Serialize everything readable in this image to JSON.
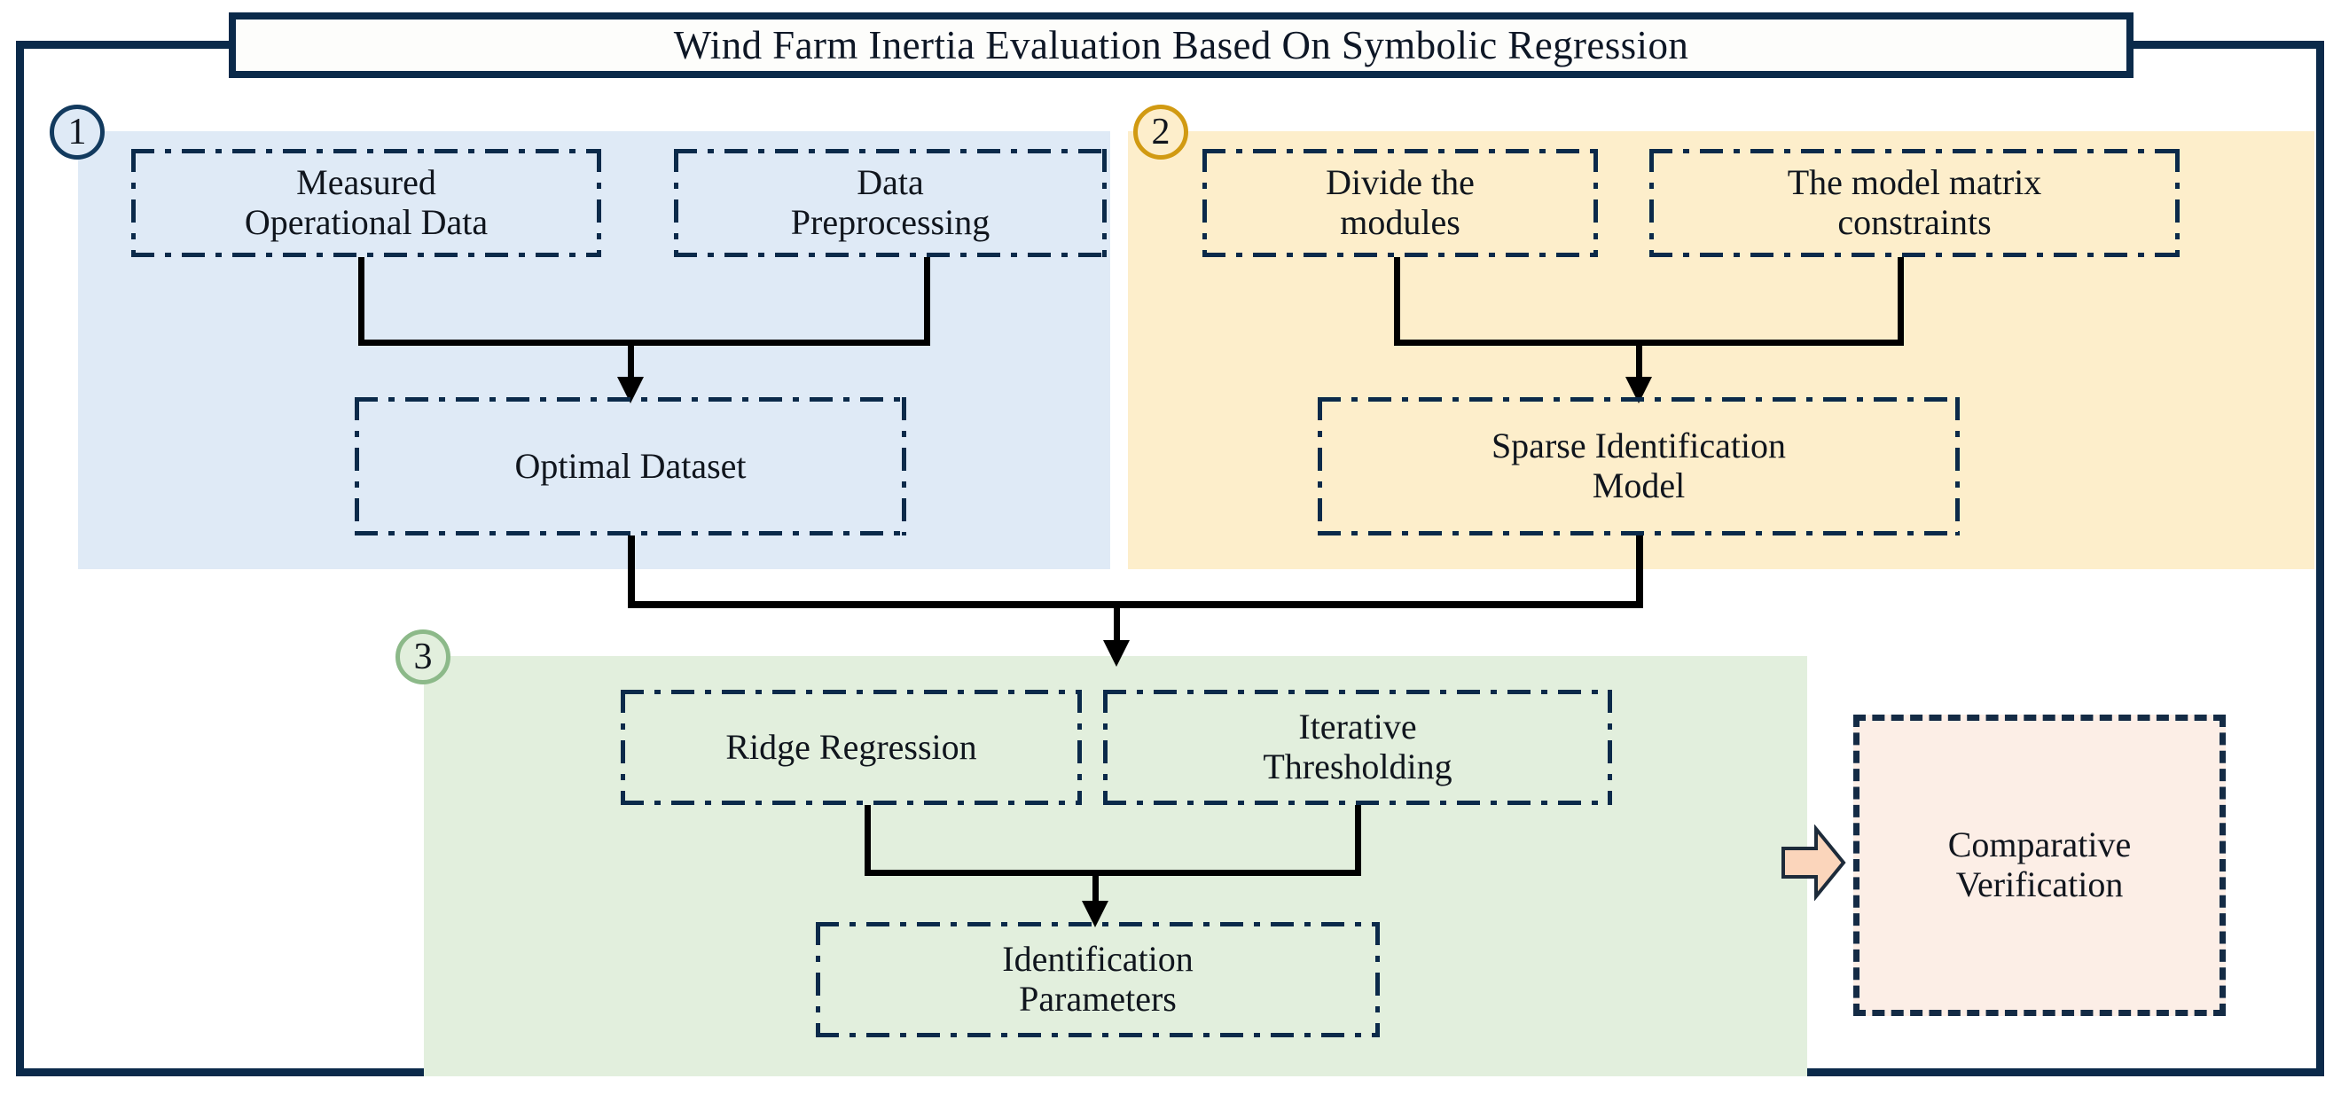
{
  "title": {
    "text": "Wind Farm Inertia Evaluation Based On Symbolic Regression"
  },
  "stages": [
    {
      "badge": "1",
      "accent_color": "#123a5e",
      "panel_color": "#dfeaf6",
      "nodes": [
        {
          "label": "Measured\nOperational Data"
        },
        {
          "label": "Data\nPreprocessing"
        },
        {
          "label": "Optimal Dataset"
        }
      ]
    },
    {
      "badge": "2",
      "accent_color": "#d19a12",
      "panel_color": "#fdeecb",
      "nodes": [
        {
          "label": "Divide the\nmodules"
        },
        {
          "label": "The model matrix\nconstraints"
        },
        {
          "label": "Sparse Identification\nModel"
        }
      ]
    },
    {
      "badge": "3",
      "accent_color": "#8cb989",
      "panel_color": "#e2efdd",
      "nodes": [
        {
          "label": "Ridge Regression"
        },
        {
          "label": "Iterative\nThresholding"
        },
        {
          "label": "Identification\nParameters"
        }
      ]
    }
  ],
  "output": {
    "label": "Comparative\nVerification",
    "fill_color": "#fceee6",
    "border_color": "#142b45",
    "arrow_color": "#fbd5bb"
  },
  "icons": {
    "block_arrow": "right-block-arrow-icon"
  },
  "colors": {
    "frame": "#0b2a4a",
    "node_border": "#0b2a4a",
    "connector": "#000000",
    "text": "#10151d"
  }
}
